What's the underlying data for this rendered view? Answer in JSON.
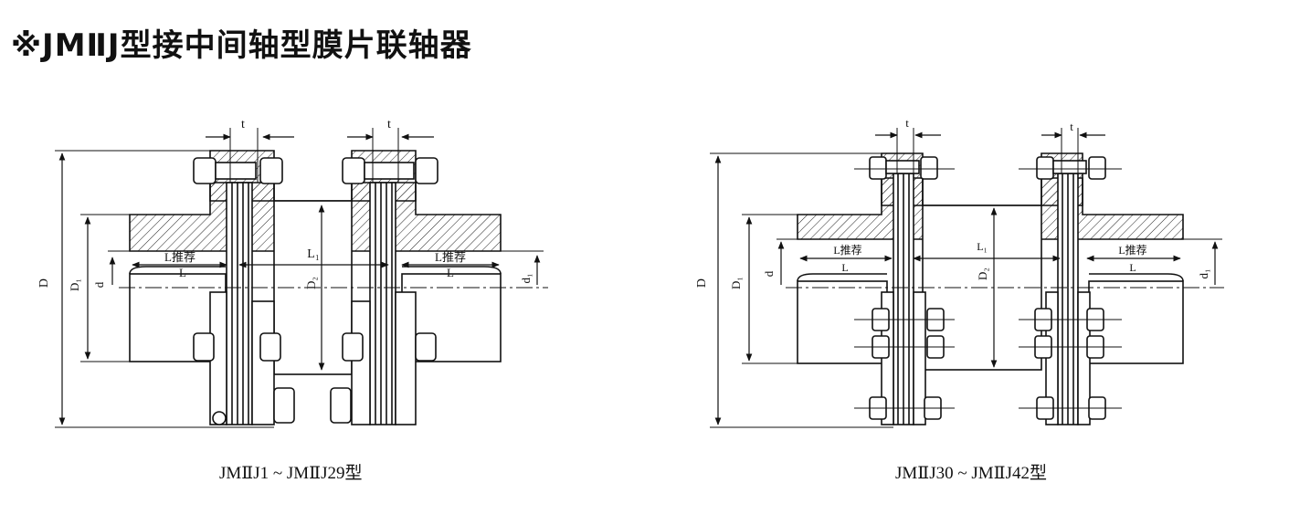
{
  "title": "※JMⅡJ型接中间轴型膜片联轴器",
  "figures": [
    {
      "caption": "JMⅡJ1 ~ JMⅡJ29型",
      "labels": {
        "t1": "t",
        "t2": "t",
        "D": "D",
        "D1": "D₁",
        "d": "d",
        "D2": "D₂",
        "L1": "L₁",
        "d1": "d₁",
        "Lrec_left": "L推荐",
        "Lrec_right": "L推荐",
        "L_left": "L",
        "L_right": "L"
      }
    },
    {
      "caption": "JMⅡJ30 ~ JMⅡJ42型",
      "labels": {
        "t1": "t",
        "t2": "t",
        "D": "D",
        "D1": "D₁",
        "d": "d",
        "D2": "D₂",
        "L1": "L₁",
        "d1": "d₁",
        "Lrec_left": "L推荐",
        "Lrec_right": "L推荐",
        "L_left": "L",
        "L_right": "L"
      }
    }
  ],
  "colors": {
    "line": "#111111",
    "hatch": "#222222",
    "background": "#ffffff"
  }
}
